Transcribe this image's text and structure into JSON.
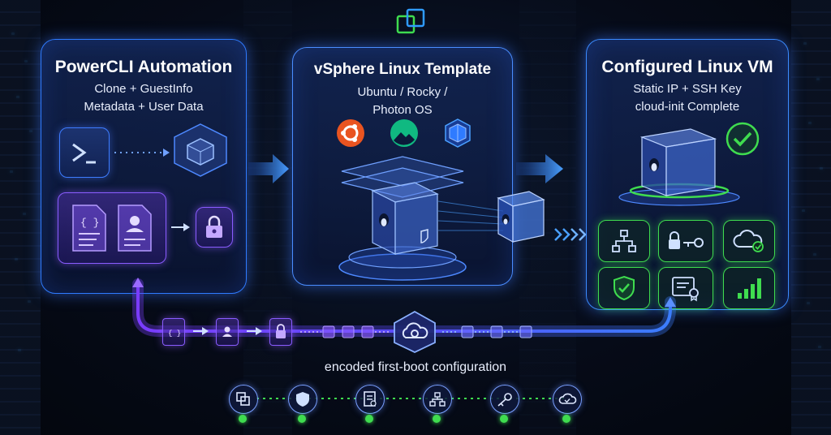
{
  "left_panel": {
    "title": "PowerCLI Automation",
    "subtitle_line1": "Clone + GuestInfo",
    "subtitle_line2": "Metadata + User Data"
  },
  "center_panel": {
    "title": "vSphere Linux Template",
    "subtitle_line1": "Ubuntu / Rocky /",
    "subtitle_line2": "Photon OS"
  },
  "right_panel": {
    "title": "Configured Linux VM",
    "subtitle_line1": "Static IP + SSH Key",
    "subtitle_line2": "cloud-init Complete"
  },
  "bottom_caption": "encoded first-boot configuration",
  "colors": {
    "accent_blue": "#2f7bff",
    "accent_purple": "#8a5cff",
    "accent_green": "#3fdc4f",
    "ubuntu_orange": "#e95420"
  },
  "icons": {
    "left": [
      "terminal-icon",
      "vm-cube-icon",
      "metadata-file-icon",
      "user-data-file-icon",
      "lock-icon"
    ],
    "center": [
      "ubuntu-logo-icon",
      "rocky-logo-icon",
      "photon-logo-icon",
      "linux-vm-cube-icon"
    ],
    "right": [
      "linux-vm-cube-icon",
      "check-circle-icon",
      "network-icon",
      "ssh-key-icon",
      "cloud-check-icon",
      "shield-check-icon",
      "certificate-icon",
      "bar-chart-icon"
    ],
    "bottom_row": [
      "clone-icon",
      "shield-icon",
      "document-icon",
      "network-icon",
      "key-icon",
      "cloud-check-icon"
    ]
  }
}
